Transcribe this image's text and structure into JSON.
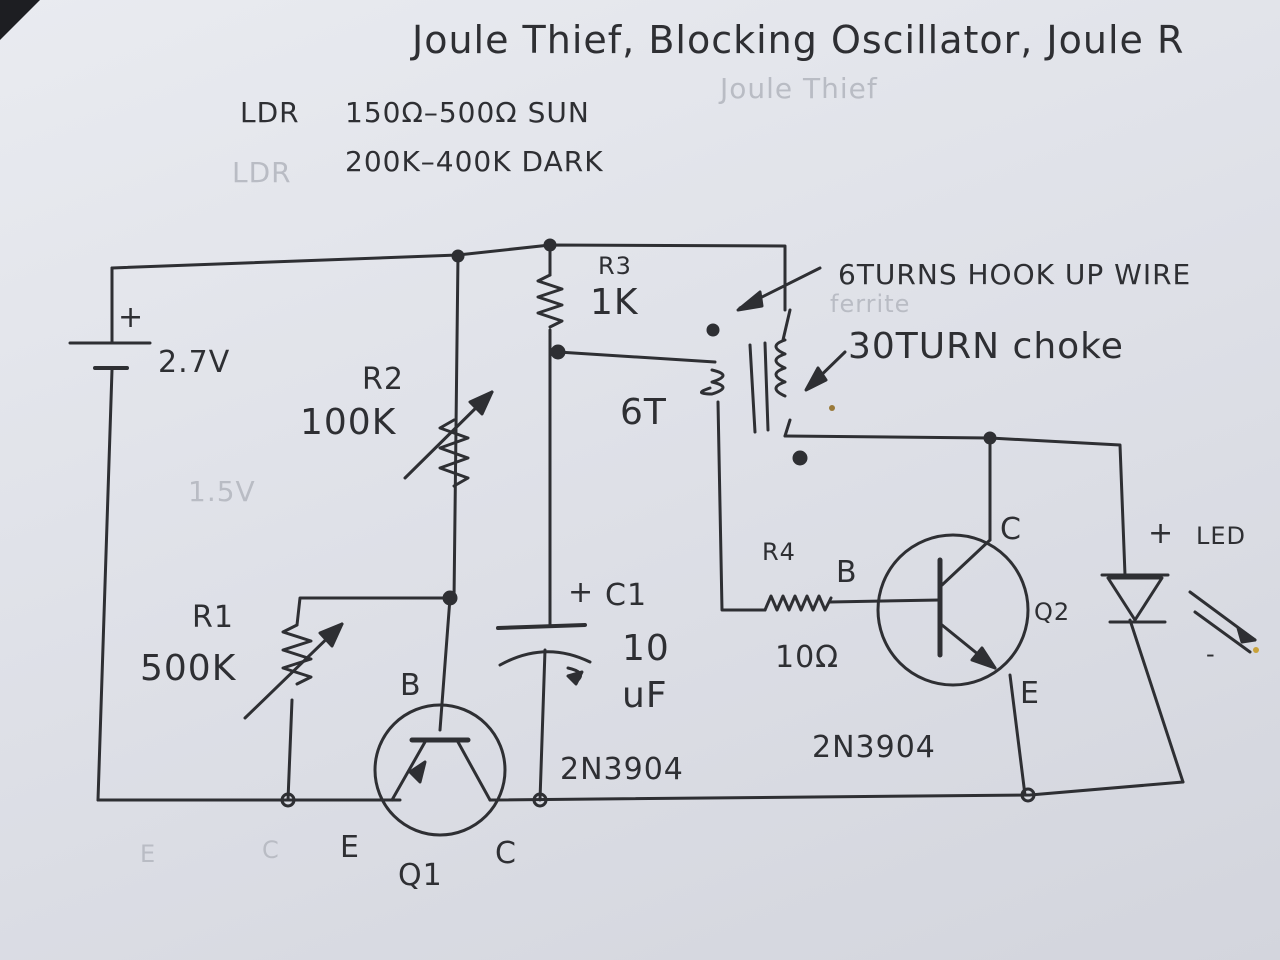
{
  "title": "Joule Thief, Blocking Oscillator, Joule R",
  "ldr_note": {
    "label": "LDR",
    "sun": "150Ω–500Ω SUN",
    "dark": "200K–400K DARK"
  },
  "faint_traces": [
    "Joule Thief",
    "LDR",
    "1.5V",
    "E",
    "C"
  ],
  "battery": {
    "polarity": "+",
    "voltage": "2.7V"
  },
  "r2": {
    "name": "R2",
    "value": "100K"
  },
  "r1": {
    "name": "R1",
    "value": "500K"
  },
  "r3": {
    "name": "R3",
    "value": "1K"
  },
  "r4": {
    "name": "R4",
    "value": "10Ω",
    "pin": "B"
  },
  "c1": {
    "polarity": "+",
    "name": "C1",
    "value_1": "10",
    "value_2": "uF"
  },
  "q1": {
    "name": "Q1",
    "part": "2N3904",
    "base": "B",
    "emitter": "E",
    "collector": "C"
  },
  "q2": {
    "name": "Q2",
    "part": "2N3904",
    "collector": "C",
    "emitter": "E"
  },
  "transformer": {
    "primary_note": "6TURNS HOOK UP WIRE",
    "secondary_note": "30TURN choke",
    "primary_label": "6T",
    "faint_core": "ferrite"
  },
  "led": {
    "polarity": "+",
    "name": "LED",
    "minus": "-"
  },
  "colors": {
    "paper": "#e4e6ec",
    "pencil": "#2e2f33",
    "faint_pencil": "#b9bcc4"
  }
}
